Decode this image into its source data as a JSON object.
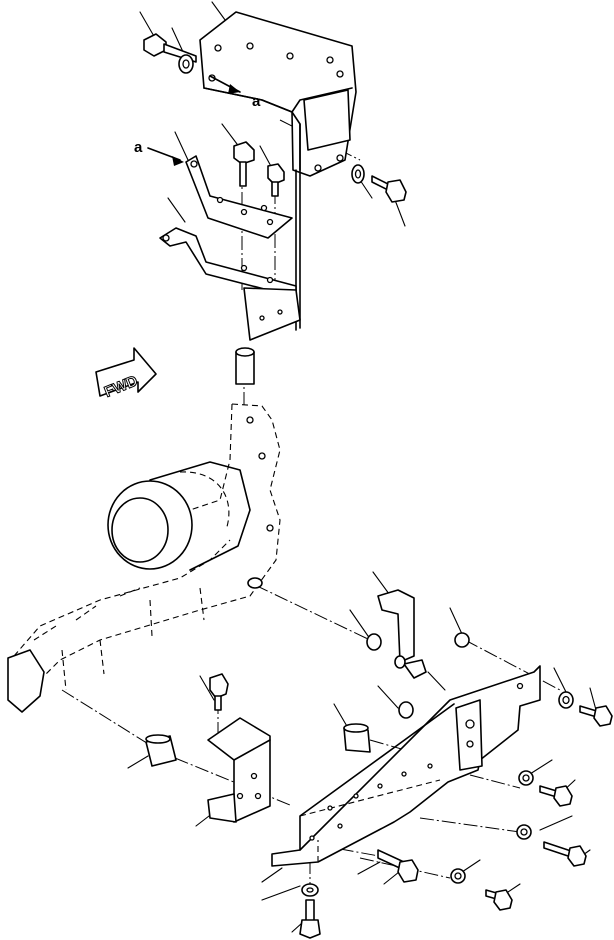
{
  "diagram": {
    "labels": {
      "ref_a_upper": "a",
      "ref_a_left": "a",
      "direction": "FWD"
    },
    "colors": {
      "line": "#000000",
      "background": "#ffffff"
    }
  }
}
